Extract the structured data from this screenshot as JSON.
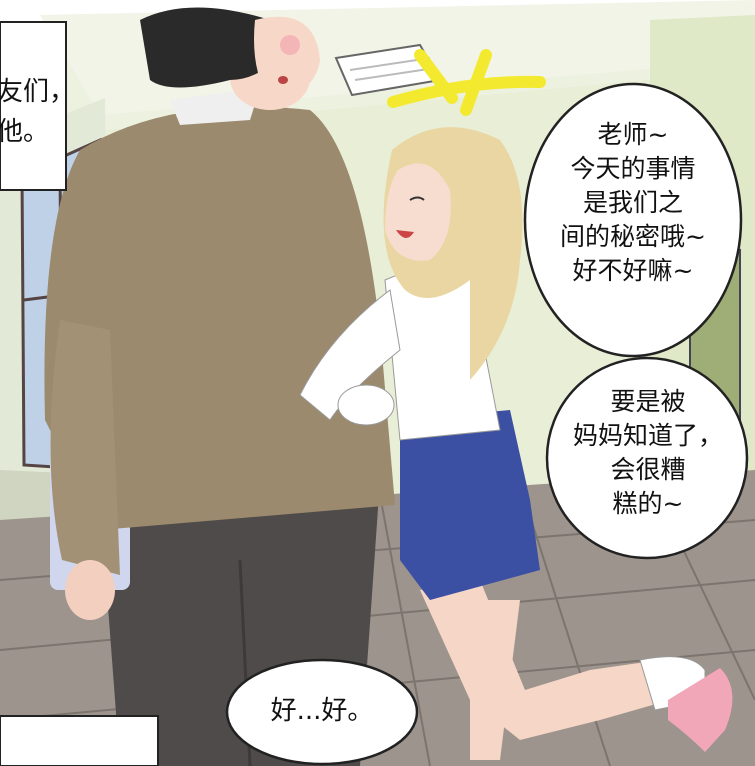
{
  "bubbles": {
    "teacher": [
      "老师~",
      "今天的事情",
      "是我们之",
      "间的秘密哦~",
      "好不好嘛~"
    ],
    "mom": [
      "要是被",
      "妈妈知道了，",
      "会很糟",
      "糕的~"
    ],
    "reply": "好...好。"
  },
  "caption_fragment": [
    "友们，",
    "他。"
  ],
  "colors": {
    "wall": "#e8ecd6",
    "floor": "#9e958f",
    "sweater": "#9b8a6d",
    "pants": "#4e4b4a",
    "hair_man": "#2a2a2a",
    "hair_girl": "#ead6a2",
    "skirt": "#3b4fa3",
    "skin": "#f7d8c8",
    "slipper": "#f1a7b8",
    "folder": "#cfd6ee",
    "light_rays": "#f6ec3a"
  }
}
